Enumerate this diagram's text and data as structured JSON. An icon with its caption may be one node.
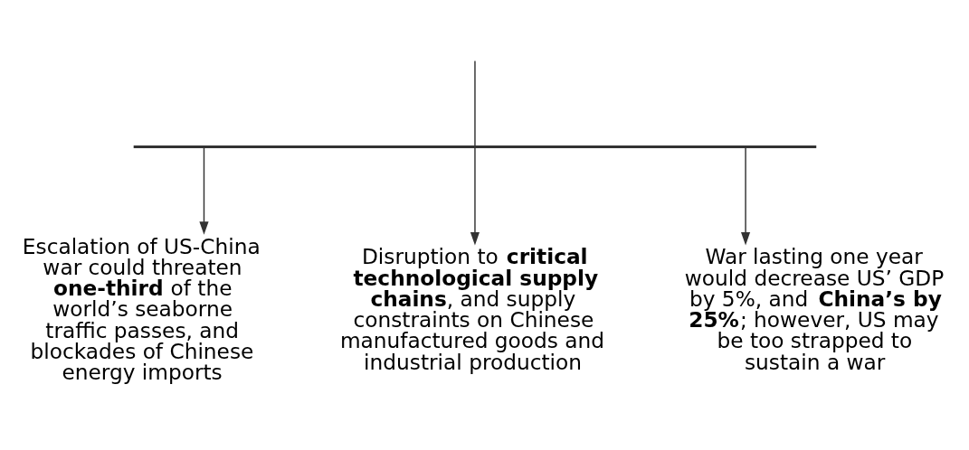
{
  "diagram": {
    "nodes": [
      {
        "text": [],
        "shape": "bar"
      },
      {
        "text": [
          "Escalation of US-China war could threaten **one-third** of the world’s seaborne traffic passes, and blockades of Chinese energy imports"
        ]
      },
      {
        "text": [
          "Disruption to **critical technological supply chains**, and supply constraints on Chinese manufactured goods and industrial production"
        ]
      },
      {
        "text": [
          "War lasting one year would decrease US’ GDP by 5%, and **China’s by 25%**; however, US may be too strapped to sustain a war"
        ]
      }
    ],
    "edges": [
      {
        "from": null,
        "to": 0,
        "arrow": "none"
      },
      {
        "from": 0,
        "to": 1,
        "arrow": "to"
      },
      {
        "from": 0,
        "to": 2,
        "arrow": "to"
      },
      {
        "from": 0,
        "to": 3,
        "arrow": "to"
      }
    ]
  }
}
